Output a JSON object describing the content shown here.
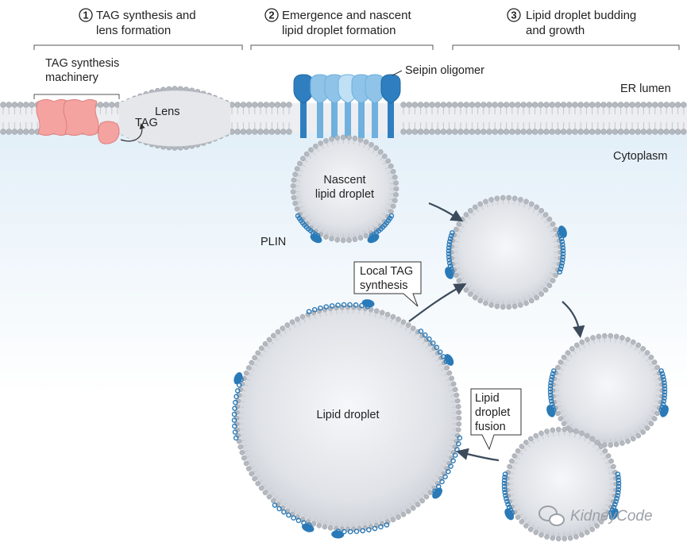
{
  "steps": [
    {
      "number": "1",
      "line1": "TAG synthesis and",
      "line2": "lens formation"
    },
    {
      "number": "2",
      "line1": "Emergence and nascent",
      "line2": "lipid droplet formation"
    },
    {
      "number": "3",
      "line1": "Lipid droplet budding",
      "line2": "and growth"
    }
  ],
  "labels": {
    "tag_machinery_1": "TAG synthesis",
    "tag_machinery_2": "machinery",
    "lens": "Lens",
    "tag": "TAG",
    "seipin": "Seipin oligomer",
    "er_lumen": "ER lumen",
    "cytoplasm": "Cytoplasm",
    "nascent_1": "Nascent",
    "nascent_2": "lipid droplet",
    "plin": "PLIN",
    "local_tag_1": "Local TAG",
    "local_tag_2": "synthesis",
    "lipid_droplet": "Lipid droplet",
    "fusion_1": "Lipid",
    "fusion_2": "droplet",
    "fusion_3": "fusion"
  },
  "watermark": "KidneyCode",
  "colors": {
    "membrane_head": "#b4b8bf",
    "membrane_band": "#e6e8ec",
    "droplet": "#dfe1e6",
    "seipin": "#2f7fc0",
    "seipin_light": "#8fc3e8",
    "plin": "#2a7ab8",
    "tag_enzyme": "#f29c9c",
    "arrow": "#3c4b5c",
    "cytoplasm_bg": "#eaf3fa"
  },
  "icons": [
    "arrow-icon",
    "wechat-icon"
  ]
}
